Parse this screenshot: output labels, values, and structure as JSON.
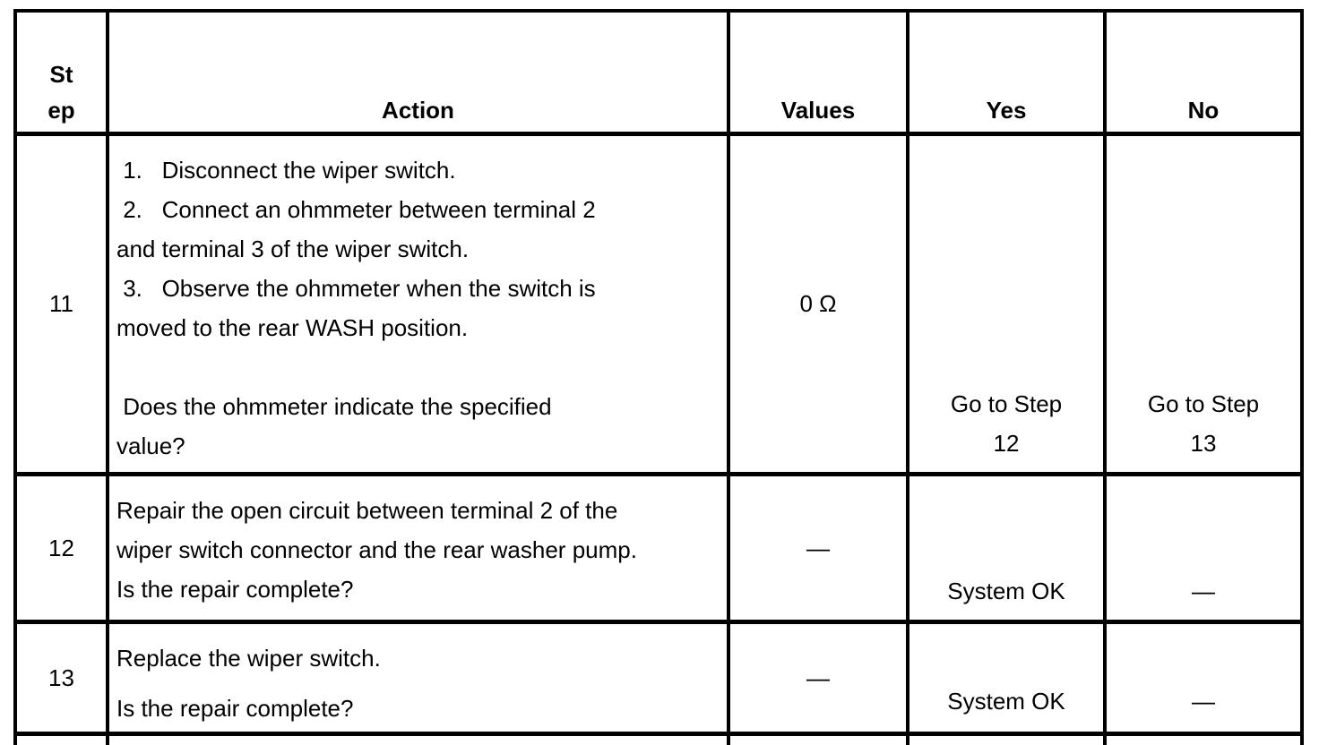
{
  "colors": {
    "background": "#ffffff",
    "text": "#000000",
    "border": "#000000"
  },
  "table": {
    "header": {
      "step": [
        "St",
        "ep"
      ],
      "action": "Action",
      "values": "Values",
      "yes": "Yes",
      "no": "No"
    },
    "rows": [
      {
        "step": "11",
        "action_lines": [
          " 1.   Disconnect the wiper switch.",
          " 2.   Connect an ohmmeter between terminal 2",
          "and terminal 3 of the wiper switch.",
          " 3.   Observe the ohmmeter when the switch is",
          "moved to the rear WASH position."
        ],
        "question_lines": [
          " Does the ohmmeter indicate the specified",
          "value?"
        ],
        "values": "0 Ω",
        "yes_lines": [
          "Go to Step",
          "12"
        ],
        "no_lines": [
          "Go to Step",
          "13"
        ]
      },
      {
        "step": "12",
        "action_lines": [
          "Repair the open circuit between terminal 2 of the",
          "wiper switch connector and the rear washer pump.",
          "Is the repair complete?"
        ],
        "values": "—",
        "yes": "System OK",
        "no": "—"
      },
      {
        "step": "13",
        "action_line1": "Replace the wiper switch.",
        "action_line2": "Is the repair complete?",
        "values": "—",
        "yes": "System OK",
        "no": "—"
      }
    ]
  }
}
